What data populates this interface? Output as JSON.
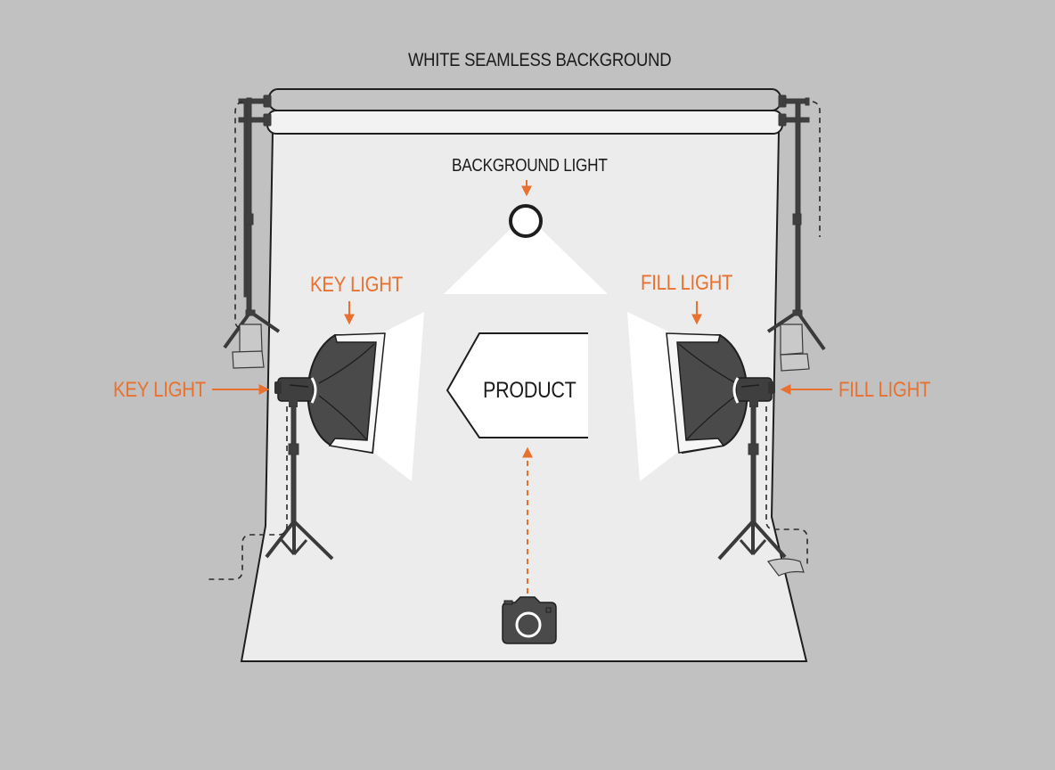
{
  "diagram": {
    "title": "WHITE SEAMLESS BACKGROUND",
    "background_light_label": "BACKGROUND LIGHT",
    "key_light_label_top": "KEY LIGHT",
    "key_light_label_side": "KEY LIGHT",
    "fill_light_label_top": "FILL LIGHT",
    "fill_light_label_side": "FILL LIGHT",
    "product_label": "PRODUCT",
    "camera_icon": "camera-icon",
    "colors": {
      "canvas": "#c1c1c1",
      "backdrop": "#ececec",
      "accent": "#e8712f",
      "equipment": "#3f3f3f",
      "text": "#1b1b1b"
    }
  }
}
